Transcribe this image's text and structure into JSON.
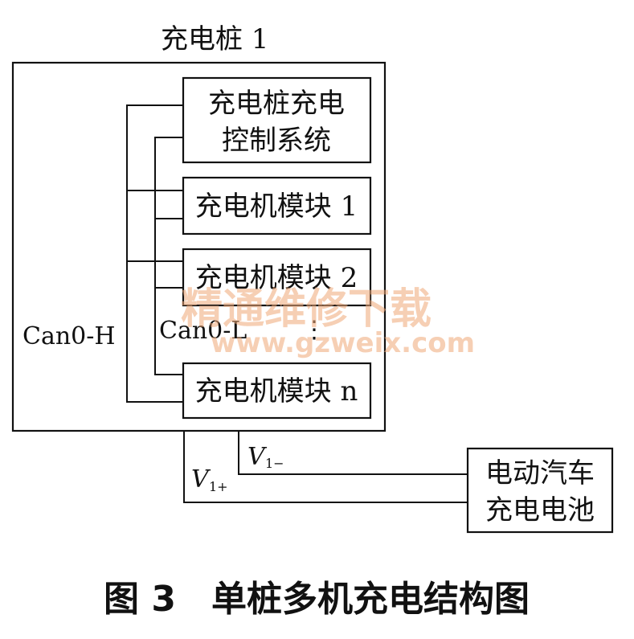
{
  "pile": {
    "title": "充电桩 1"
  },
  "control_system": {
    "line1": "充电桩充电",
    "line2": "控制系统"
  },
  "modules": [
    {
      "label": "充电机模块 1"
    },
    {
      "label": "充电机模块 2"
    },
    {
      "label": "充电机模块 n"
    }
  ],
  "ellipsis": "⋮",
  "bus": {
    "can_h": "Can0-H",
    "can_l": "Can0-L"
  },
  "power": {
    "v_minus": "V",
    "v_minus_sub": "1−",
    "v_plus": "V",
    "v_plus_sub": "1+"
  },
  "battery": {
    "line1": "电动汽车",
    "line2": "充电电池"
  },
  "caption": "图 3　单桩多机充电结构图",
  "watermark": {
    "line1": "精通维修下载",
    "line2": "www.gzweix.com"
  }
}
